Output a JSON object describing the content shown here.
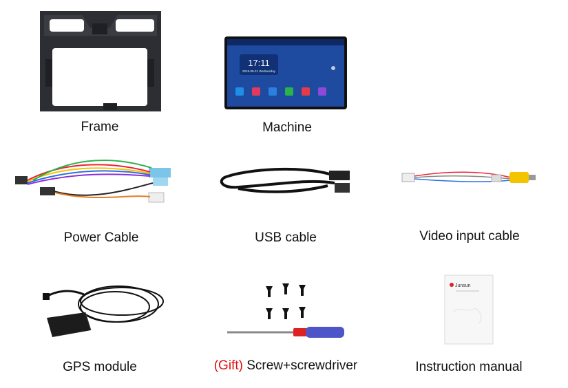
{
  "items": [
    {
      "label": "Frame"
    },
    {
      "label": "Machine"
    },
    {
      "label": "Power Cable"
    },
    {
      "label": "USB cable"
    },
    {
      "label": "Video input cable"
    },
    {
      "label": "GPS module"
    },
    {
      "label_prefix": "(Gift)",
      "label": " Screw+screwdriver"
    },
    {
      "label": "Instruction manual"
    }
  ],
  "screen": {
    "time": "17:11",
    "date": "2019-09-21  Wednesday"
  },
  "manual": {
    "brand": "Junsun"
  },
  "colors": {
    "gift": "#d11111",
    "frame": "#2b2d31",
    "screen_bg": "#1a3a7a"
  }
}
